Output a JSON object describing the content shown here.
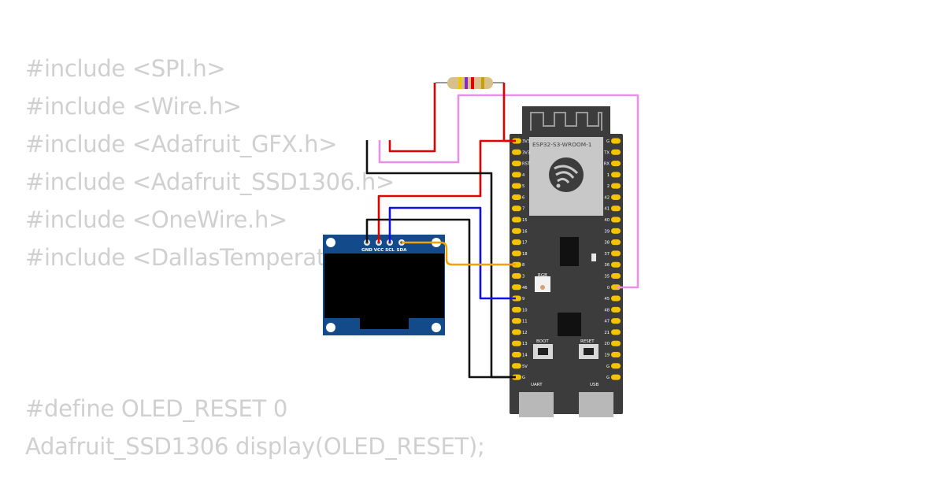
{
  "code": {
    "lines": [
      "#include <SPI.h>",
      "#include <Wire.h>",
      "#include <Adafruit_GFX.h>",
      "#include <Adafruit_SSD1306.h>",
      "#include <OneWire.h>",
      "#include <DallasTemperature.h>",
      "#define OLED_RESET 0",
      "Adafruit_SSD1306 display(OLED_RESET);"
    ]
  },
  "board": {
    "module_label": "ESP32-S3-WROOM-1",
    "left_pins": [
      "3V3",
      "3V3",
      "RST",
      "4",
      "5",
      "6",
      "7",
      "15",
      "16",
      "17",
      "18",
      "8",
      "3",
      "46",
      "9",
      "10",
      "11",
      "12",
      "13",
      "14",
      "5V",
      "G"
    ],
    "right_pins": [
      "G",
      "TX",
      "RX",
      "1",
      "2",
      "42",
      "41",
      "40",
      "39",
      "38",
      "37",
      "36",
      "35",
      "0",
      "45",
      "48",
      "47",
      "21",
      "20",
      "19",
      "G",
      "G"
    ],
    "rgb_label": "RGB",
    "boot_label": "BOOT",
    "reset_label": "RESET",
    "uart_label": "UART",
    "usb_label": "USB"
  },
  "oled": {
    "pins": [
      "GND",
      "VCC",
      "SCL",
      "SDA"
    ]
  },
  "colors": {
    "code_text": "#d0d0d0",
    "board": "#3c3c3c",
    "pin": "#f5c400",
    "wire_red": "#e00000",
    "wire_black": "#111111",
    "wire_blue": "#1010e0",
    "wire_pink": "#e890e8",
    "wire_orange": "#f5a000",
    "oled_pcb": "#134a8a"
  }
}
